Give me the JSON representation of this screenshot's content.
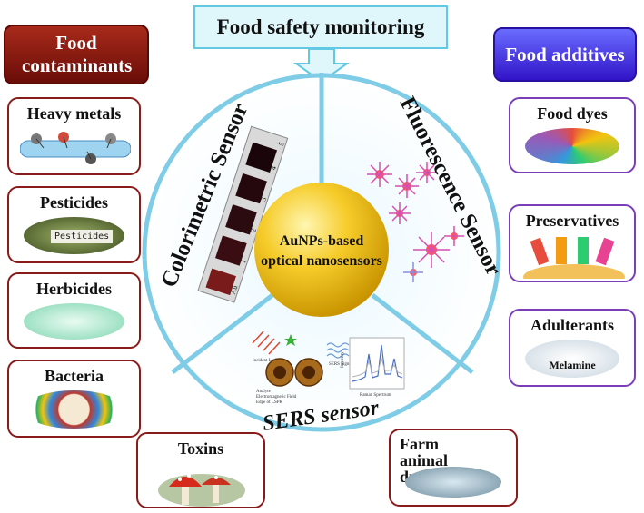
{
  "title": "Food safety monitoring",
  "left_category": "Food contaminants",
  "right_category": "Food additives",
  "center": {
    "line1": "AuNPs-based",
    "line2": "optical nanosensors"
  },
  "sensors": {
    "colorimetric": "Colorimetric Sensor",
    "fluorescence": "Fluorescence Sensor",
    "sers": "SERS sensor"
  },
  "left_items": [
    "Heavy metals",
    "Pesticides",
    "Herbicides",
    "Bacteria"
  ],
  "right_items": [
    "Food dyes",
    "Preservatives",
    "Adulterants"
  ],
  "bottom_items": [
    "Toxins",
    "Farm animal drugs"
  ],
  "images": {
    "pesticides_text": "Pesticides",
    "melamine": "Melamine",
    "colorimetric_strip": [
      "Au",
      "1",
      "2",
      "3",
      "4",
      "5"
    ],
    "sers_labels": {
      "incident": "Incident Light",
      "analyte": "Analyte",
      "field": "Electromagnetic Field",
      "edge": "Edge of LSPR",
      "signal": "SERS Signal",
      "spectrum": "Raman Spectrum",
      "intensity": "Intensity"
    }
  },
  "colors": {
    "left_accent": "#8a1b1b",
    "right_accent": "#7a3fb8",
    "title_border": "#62c9e4",
    "circle_border": "#7fcce6",
    "sphere": "#f2c21b"
  }
}
